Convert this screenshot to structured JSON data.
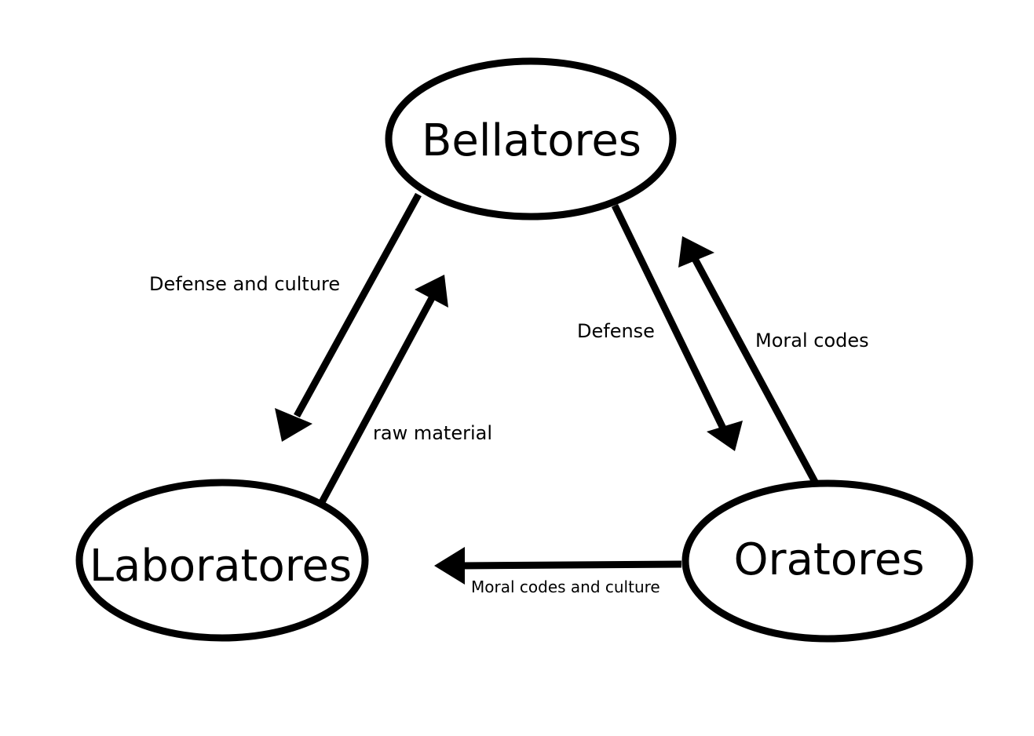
{
  "nodes": {
    "bellatores": "Bellatores",
    "laboratores": "Laboratores",
    "oratores": "Oratores"
  },
  "edges": {
    "bellatores_to_laboratores": "Defense and culture",
    "laboratores_to_bellatores": "raw material",
    "bellatores_to_oratores": "Defense",
    "oratores_to_bellatores": "Moral codes",
    "oratores_to_laboratores": "Moral codes and culture"
  }
}
